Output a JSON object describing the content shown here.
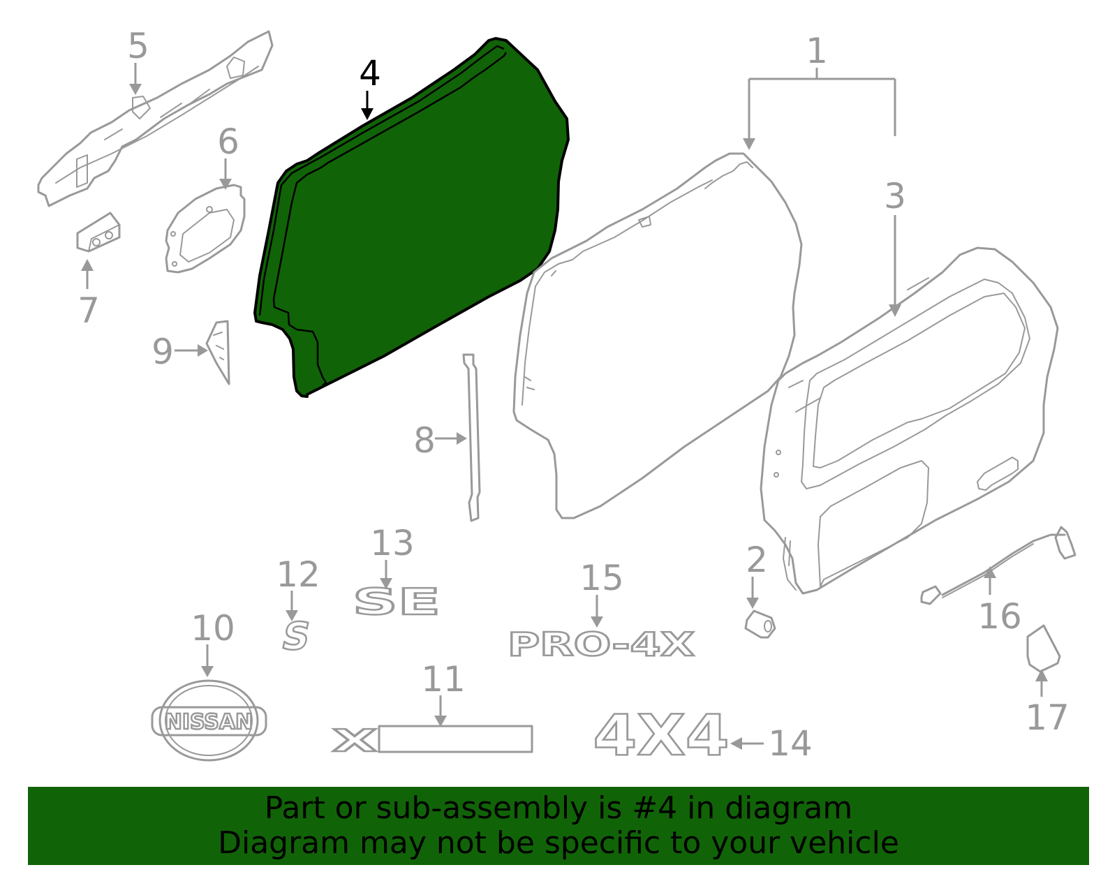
{
  "diagram": {
    "highlighted_part": "4",
    "colors": {
      "highlight_fill": "#116307",
      "highlight_stroke": "#000000",
      "part_stroke": "#999999",
      "callout_inactive": "#999999",
      "callout_active": "#000000",
      "banner_bg": "#116307",
      "banner_text": "#000000",
      "background": "#ffffff"
    },
    "callouts": [
      {
        "id": "1",
        "label": "1",
        "part": "door-assembly-group"
      },
      {
        "id": "2",
        "label": "2",
        "part": "bumper-stop"
      },
      {
        "id": "3",
        "label": "3",
        "part": "back-door-panel"
      },
      {
        "id": "4",
        "label": "4",
        "part": "door-weatherstrip",
        "highlighted": true
      },
      {
        "id": "5",
        "label": "5",
        "part": "door-trim-rail"
      },
      {
        "id": "6",
        "label": "6",
        "part": "lock-actuator-bracket"
      },
      {
        "id": "7",
        "label": "7",
        "part": "mounting-block"
      },
      {
        "id": "8",
        "label": "8",
        "part": "side-molding-strip"
      },
      {
        "id": "9",
        "label": "9",
        "part": "corner-bracket"
      },
      {
        "id": "10",
        "label": "10",
        "part": "nissan-emblem"
      },
      {
        "id": "11",
        "label": "11",
        "part": "x-nameplate"
      },
      {
        "id": "12",
        "label": "12",
        "part": "s-emblem"
      },
      {
        "id": "13",
        "label": "13",
        "part": "se-emblem"
      },
      {
        "id": "14",
        "label": "14",
        "part": "4x4-emblem"
      },
      {
        "id": "15",
        "label": "15",
        "part": "pro-4x-emblem"
      },
      {
        "id": "16",
        "label": "16",
        "part": "wiring-harness"
      },
      {
        "id": "17",
        "label": "17",
        "part": "cap-cover"
      }
    ],
    "emblems": {
      "nissan": "NISSAN",
      "s": "S",
      "se": "SE",
      "pro4x": "PRO-4X",
      "x": "X",
      "four_by_four": "4X4"
    }
  },
  "banner": {
    "line1": "Part or sub-assembly is #4 in diagram",
    "line2": "Diagram may not be specific to your vehicle"
  }
}
